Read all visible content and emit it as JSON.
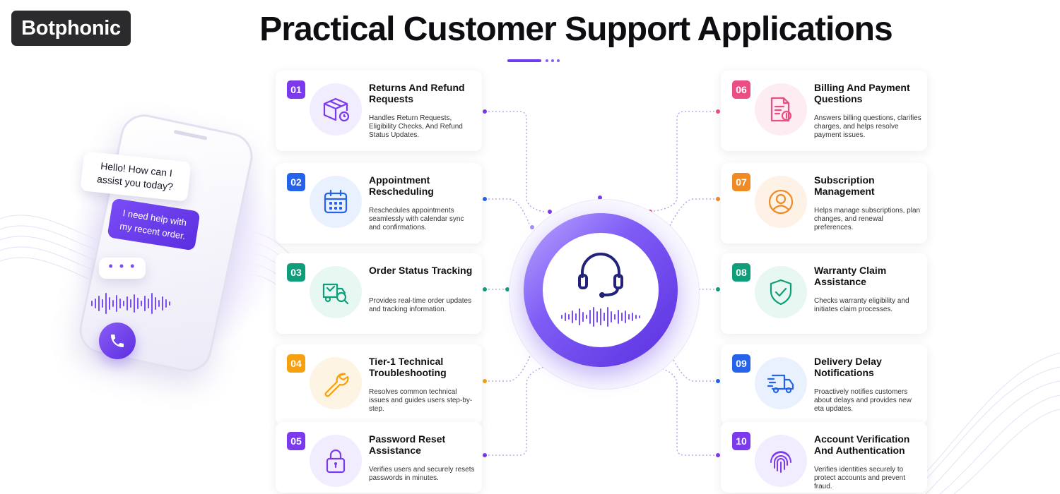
{
  "brand": {
    "logo_text": "Botphonic"
  },
  "page": {
    "title": "Practical Customer Support Applications"
  },
  "colors": {
    "accent": "#6d3bf0",
    "dark": "#2b2b2d"
  },
  "phone": {
    "bubble_bot": "Hello! How can I assist you today?",
    "bubble_user": "I need help with my recent order.",
    "typing": "• • •"
  },
  "center": {
    "icon": "headset-icon"
  },
  "cards": [
    {
      "num": "01",
      "title": "Returns And Refund Requests",
      "desc": "Handles Return Requests, Eligibility Checks, And Refund Status Updates.",
      "icon": "package-return-icon",
      "color": "#7c3aed"
    },
    {
      "num": "02",
      "title": "Appointment Rescheduling",
      "desc": "Reschedules appointments seamlessly with calendar sync and confirmations.",
      "icon": "calendar-icon",
      "color": "#2563eb"
    },
    {
      "num": "03",
      "title": "Order Status Tracking",
      "desc": "Provides real-time order updates and tracking information.",
      "icon": "truck-search-icon",
      "color": "#0f9e7a"
    },
    {
      "num": "04",
      "title": "Tier-1 Technical Troubleshooting",
      "desc": "Resolves common technical issues and guides users step-by-step.",
      "icon": "wrench-icon",
      "color": "#f5a00e"
    },
    {
      "num": "05",
      "title": "Password Reset Assistance",
      "desc": "Verifies users and securely resets passwords in minutes.",
      "icon": "lock-icon",
      "color": "#7c3aed"
    },
    {
      "num": "06",
      "title": "Billing And Payment Questions",
      "desc": "Answers billing questions, clarifies charges, and helps resolve payment issues.",
      "icon": "invoice-icon",
      "color": "#ec4d84"
    },
    {
      "num": "07",
      "title": "Subscription Management",
      "desc": "Helps manage subscriptions, plan changes, and renewal preferences.",
      "icon": "user-circle-icon",
      "color": "#f08a24"
    },
    {
      "num": "08",
      "title": "Warranty Claim Assistance",
      "desc": "Checks warranty eligibility and initiates claim processes.",
      "icon": "shield-check-icon",
      "color": "#0f9e7a"
    },
    {
      "num": "09",
      "title": "Delivery Delay Notifications",
      "desc": "Proactively notifies customers about delays and provides new eta updates.",
      "icon": "delivery-truck-icon",
      "color": "#2563eb"
    },
    {
      "num": "10",
      "title": "Account Verification And Authentication",
      "desc": "Verifies identities securely to protect accounts and prevent fraud.",
      "icon": "fingerprint-icon",
      "color": "#7c3aed"
    }
  ]
}
